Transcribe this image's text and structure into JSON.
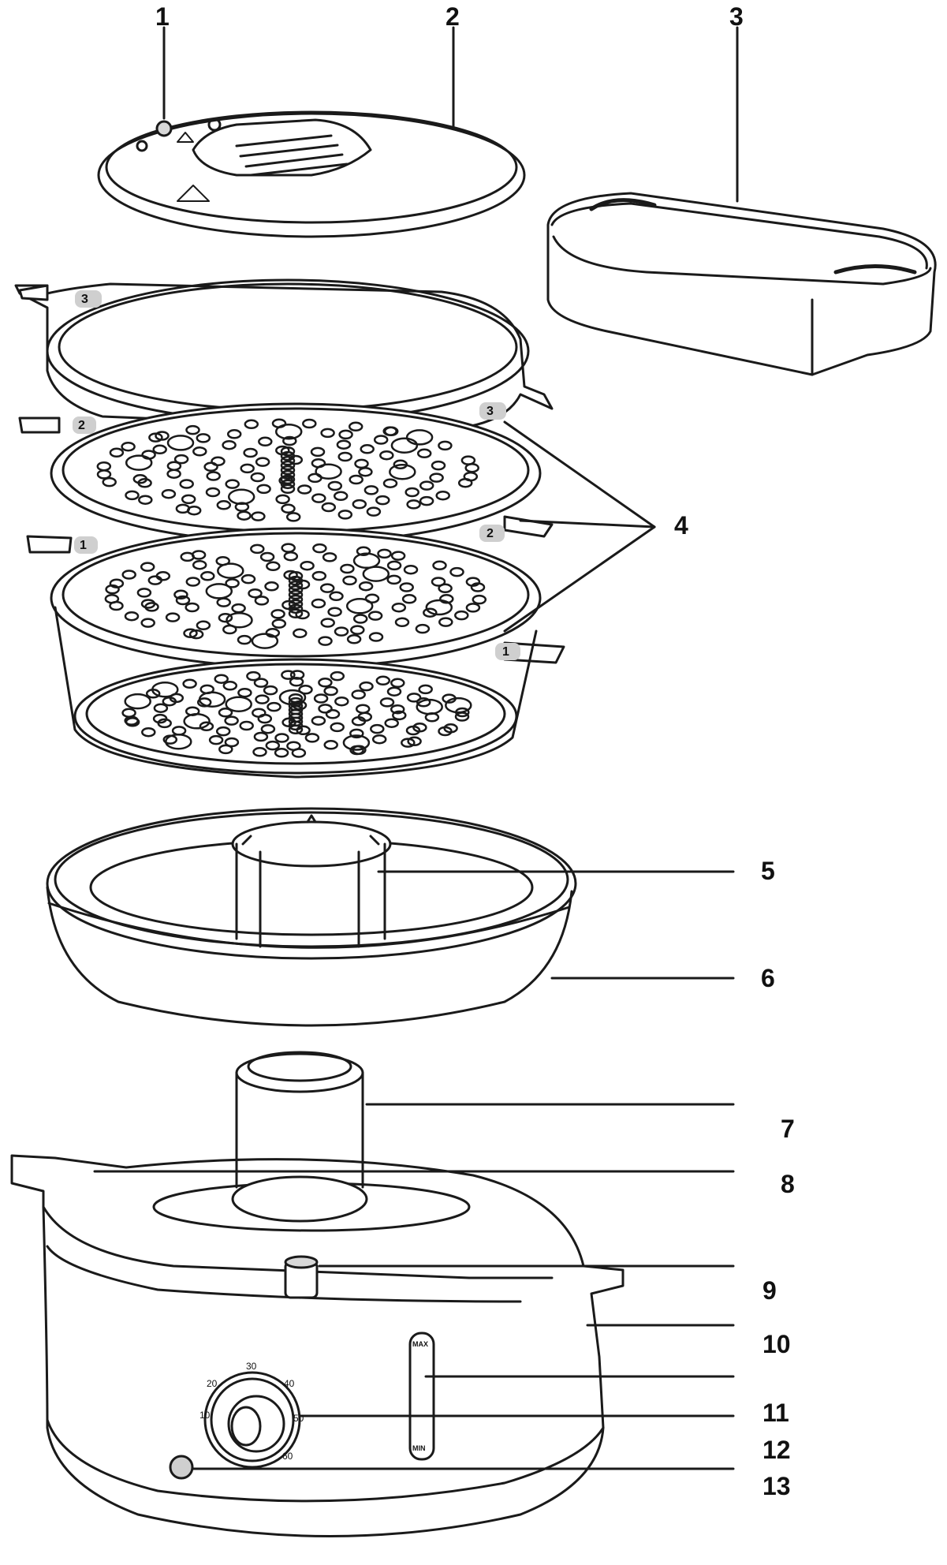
{
  "diagram": {
    "callouts": [
      {
        "id": "1",
        "text": "1"
      },
      {
        "id": "2",
        "text": "2"
      },
      {
        "id": "3",
        "text": "3"
      },
      {
        "id": "4",
        "text": "4"
      },
      {
        "id": "5",
        "text": "5"
      },
      {
        "id": "6",
        "text": "6"
      },
      {
        "id": "7",
        "text": "7"
      },
      {
        "id": "8",
        "text": "8"
      },
      {
        "id": "9",
        "text": "9"
      },
      {
        "id": "10",
        "text": "10"
      },
      {
        "id": "11",
        "text": "11"
      },
      {
        "id": "12",
        "text": "12"
      },
      {
        "id": "13",
        "text": "13"
      }
    ],
    "basket_numbers": [
      "3",
      "3",
      "2",
      "2",
      "1",
      "1"
    ],
    "timer_marks": [
      "10",
      "20",
      "30",
      "40",
      "50",
      "60"
    ],
    "water_marks": [
      "MAX",
      "MIN"
    ],
    "line_color": "#1a1a1a",
    "tag_color": "#cfcfcf"
  }
}
